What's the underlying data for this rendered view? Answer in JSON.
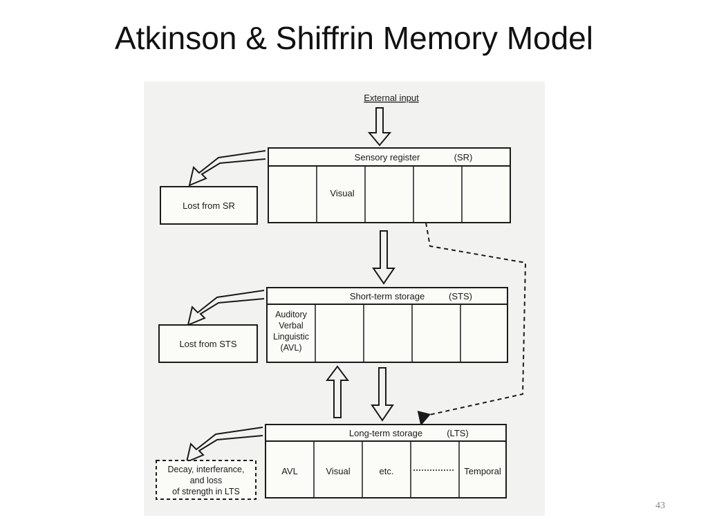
{
  "slide": {
    "title": "Atkinson & Shiffrin Memory Model",
    "page_number": "43"
  },
  "diagram": {
    "external_input": "External input",
    "sensory_register": {
      "label": "Sensory register",
      "abbr": "(SR)",
      "cells": [
        "",
        "Visual",
        "",
        "",
        ""
      ]
    },
    "lost_from_sr": "Lost from SR",
    "short_term_storage": {
      "label": "Short-term storage",
      "abbr": "(STS)",
      "cells": [
        [
          "Auditory",
          "Verbal",
          "Linguistic",
          "(AVL)"
        ],
        "",
        "",
        "",
        ""
      ]
    },
    "lost_from_sts": "Lost from STS",
    "long_term_storage": {
      "label": "Long-term storage",
      "abbr": "(LTS)",
      "cells": [
        "AVL",
        "Visual",
        "etc.",
        "",
        "Temporal"
      ]
    },
    "decay_box": [
      "Decay, interferance,",
      "and loss",
      "of strength in LTS"
    ]
  }
}
